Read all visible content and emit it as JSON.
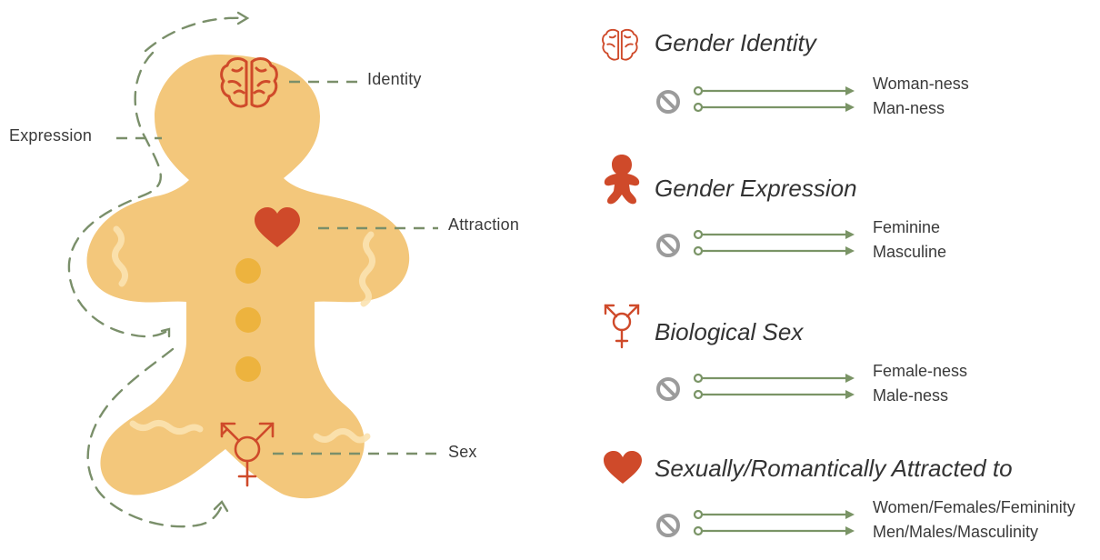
{
  "callouts": {
    "identity": "Identity",
    "expression": "Expression",
    "attraction": "Attraction",
    "sex": "Sex"
  },
  "sections": [
    {
      "title": "Gender Identity",
      "icon": "brain-icon",
      "options": [
        "Woman-ness",
        "Man-ness"
      ]
    },
    {
      "title": "Gender Expression",
      "icon": "person-icon",
      "options": [
        "Feminine",
        "Masculine"
      ]
    },
    {
      "title": "Biological Sex",
      "icon": "transgender-symbol-icon",
      "options": [
        "Female-ness",
        "Male-ness"
      ]
    },
    {
      "title": "Sexually/Romantically Attracted to",
      "icon": "heart-icon",
      "options": [
        "Women/Females/Femininity",
        "Men/Males/Masculinity"
      ]
    }
  ],
  "colors": {
    "body": "#f3c77b",
    "accent": "#cf4a2a",
    "dot": "#edb33e",
    "dash": "#7a8f6a",
    "arrow": "#7a9466",
    "no_symbol": "#9b9b9b"
  }
}
